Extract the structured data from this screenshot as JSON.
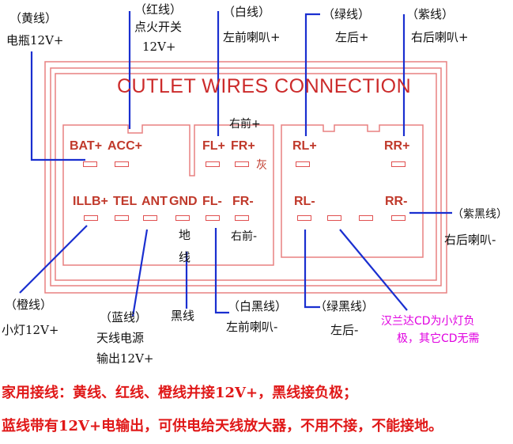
{
  "title": "CUTLET WIRES CONNECTION",
  "colors": {
    "frame": "#e88080",
    "pin": "#c0392b",
    "wire": "#1a2fd0",
    "note": "#e000e0",
    "footer": "#e01818"
  },
  "top_labels": {
    "bat_color": "（黄线）",
    "bat_func": "电瓶12V+",
    "acc_color": "（红线）",
    "acc_func1": "点火开关",
    "acc_func2": "12V+",
    "fl_color": "（白线）",
    "fl_func": "左前喇叭+",
    "rl_color": "（绿线）",
    "rl_func": "左后+",
    "rr_color": "（紫线）",
    "rr_func": "右后喇叭+"
  },
  "pins": {
    "bat": "BAT+",
    "acc": "ACC+",
    "fl_plus": "FL+",
    "fr_plus": "FR+",
    "rl_plus": "RL+",
    "rr_plus": "RR+",
    "illb": "ILLB+",
    "tel": "TEL",
    "ant": "ANT",
    "gnd": "GND",
    "fl_minus": "FL-",
    "fr_minus": "FR-",
    "rl_minus": "RL-",
    "rr_minus": "RR-"
  },
  "inner_labels": {
    "fr_plus_label": "右前+",
    "fr_plus_color": "灰",
    "fr_minus_label": "右前-",
    "gnd_label1": "地",
    "gnd_label2": "线",
    "gnd_color": "黑线"
  },
  "right_labels": {
    "rr_minus_color": "（紫黑线）",
    "rr_minus_func": "右后喇叭-"
  },
  "bottom_labels": {
    "illb_color": "（橙线）",
    "illb_func": "小灯12V+",
    "ant_color": "（蓝线）",
    "ant_func1": "天线电源",
    "ant_func2": "输出12V+",
    "fl_minus_color": "（白黑线）",
    "fl_minus_func": "左前喇叭-",
    "rl_minus_color": "（绿黑线）",
    "rl_minus_func": "左后-",
    "note_line1": "汉兰达CD为小灯负",
    "note_line2": "极，其它CD无需"
  },
  "footer": {
    "line1": "家用接线：黄线、红线、橙线并接12V+，黑线接负极；",
    "line2": "蓝线带有12V+电输出，可供电给天线放大器，不用不接，不能接地。"
  }
}
